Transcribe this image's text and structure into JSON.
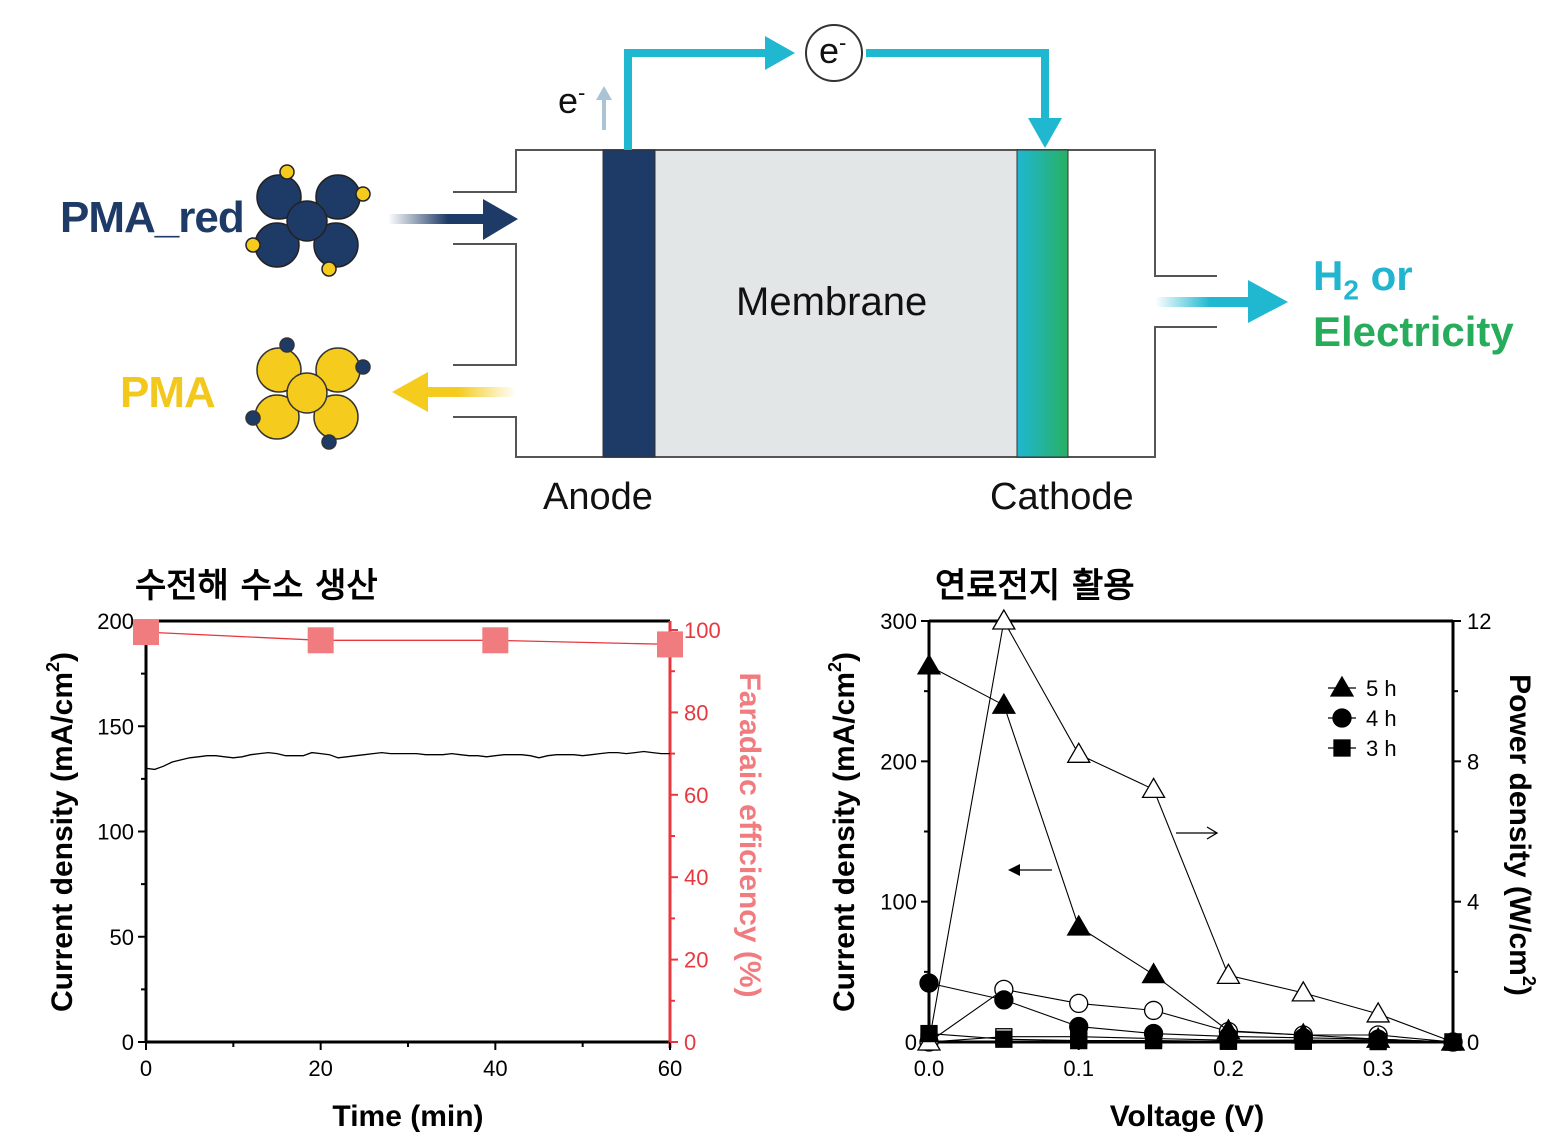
{
  "diagram": {
    "labels": {
      "pma_red": "PMA_red",
      "pma": "PMA",
      "membrane": "Membrane",
      "anode": "Anode",
      "cathode": "Cathode",
      "output_line1_prefix": "H",
      "output_line1_sub": "2",
      "output_line1_suffix": " or",
      "output_line2": "Electricity",
      "electron": "e",
      "electron_sup": "-",
      "electron_circle": "e",
      "electron_circle_sup": "-"
    },
    "colors": {
      "navy": "#1e3a66",
      "yellow": "#f5cc1e",
      "cyan": "#20b8d0",
      "green": "#27b060",
      "membrane": "#e3e6e7",
      "outline": "#555555"
    },
    "icons": [
      "reduced-pma-molecule-icon",
      "pma-molecule-icon",
      "inflow-arrow-icon",
      "outflow-arrow-icon",
      "electron-flow-arrow-icon",
      "output-arrow-icon"
    ]
  },
  "chart_data": [
    {
      "type": "line",
      "title": "수전해 수소 생산",
      "xlabel": "Time (min)",
      "ylabel": "Current density (mA/cm²)",
      "ylabel_base": "Current density (mA/cm",
      "ylabel_sup": "2",
      "ylabel_end": ")",
      "y2label": "Faradaic efficiency (%)",
      "xlim": [
        0,
        60
      ],
      "ylim": [
        0,
        200
      ],
      "y2lim": [
        0,
        100
      ],
      "xticks": [
        "0",
        "20",
        "40",
        "60"
      ],
      "yticks": [
        "0",
        "50",
        "100",
        "150",
        "200"
      ],
      "y2ticks": [
        "0",
        "20",
        "40",
        "60",
        "80",
        "100"
      ],
      "series": [
        {
          "name": "Current density",
          "axis": "left",
          "color": "#000000",
          "x": [
            0,
            1,
            2,
            3,
            4,
            5,
            6,
            7,
            8,
            9,
            10,
            11,
            12,
            13,
            14,
            15,
            16,
            17,
            18,
            19,
            20,
            21,
            22,
            23,
            24,
            25,
            26,
            27,
            28,
            29,
            30,
            31,
            32,
            33,
            34,
            35,
            36,
            37,
            38,
            39,
            40,
            41,
            42,
            43,
            44,
            45,
            46,
            47,
            48,
            49,
            50,
            51,
            52,
            53,
            54,
            55,
            56,
            57,
            58,
            59,
            60
          ],
          "values": [
            130,
            129.5,
            131,
            133,
            134,
            135,
            135.5,
            136,
            136,
            135.5,
            135,
            135.5,
            136.5,
            137,
            137.5,
            137,
            136,
            136,
            136,
            137.5,
            137,
            136.5,
            135,
            135.5,
            136,
            136.5,
            137,
            137.5,
            137,
            137,
            137,
            137,
            136.5,
            136.5,
            136.5,
            137,
            136.5,
            136,
            136,
            135.5,
            136,
            136.5,
            136.5,
            136.5,
            136,
            135,
            136,
            136.5,
            136.5,
            136.5,
            136,
            136.5,
            137,
            137.5,
            137.5,
            137,
            137.5,
            138,
            137.5,
            137,
            137
          ]
        },
        {
          "name": "Faradaic efficiency",
          "axis": "right",
          "color": "#f07c80",
          "marker": "square",
          "x": [
            0,
            20,
            40,
            60
          ],
          "values": [
            99.5,
            97.5,
            97.5,
            96.5
          ]
        }
      ]
    },
    {
      "type": "line",
      "title": "연료전지 활용",
      "xlabel": "Voltage (V)",
      "ylabel": "Current density (mA/cm²)",
      "ylabel_base": "Current density (mA/cm",
      "ylabel_sup": "2",
      "ylabel_end": ")",
      "y2label": "Power density (W/cm²)",
      "y2label_base": "Power density (W/cm",
      "y2label_sup": "2",
      "y2label_end": ")",
      "xlim": [
        0,
        0.35
      ],
      "ylim": [
        0,
        300
      ],
      "y2lim": [
        0,
        12
      ],
      "xticks": [
        "0.0",
        "0.1",
        "0.2",
        "0.3"
      ],
      "yticks": [
        "0",
        "100",
        "200",
        "300"
      ],
      "y2ticks": [
        "0",
        "4",
        "8",
        "12"
      ],
      "legend": {
        "position": "top-right",
        "entries": [
          {
            "label": "5 h",
            "marker": "triangle"
          },
          {
            "label": "4 h",
            "marker": "circle"
          },
          {
            "label": "3 h",
            "marker": "square"
          }
        ]
      },
      "annotations": [
        "arrow pointing left (current density axis)",
        "arrow pointing right (power density axis)"
      ],
      "x": [
        0,
        0.05,
        0.1,
        0.15,
        0.2,
        0.25,
        0.3,
        0.35
      ],
      "series": [
        {
          "name": "5 h current density",
          "axis": "left",
          "marker": "triangle",
          "filled": true,
          "values": [
            268,
            240,
            82,
            48,
            8,
            5,
            2,
            0
          ]
        },
        {
          "name": "4 h current density",
          "axis": "left",
          "marker": "circle",
          "filled": true,
          "values": [
            42,
            30,
            11,
            6,
            4,
            3,
            2,
            0
          ]
        },
        {
          "name": "3 h current density",
          "axis": "left",
          "marker": "square",
          "filled": true,
          "values": [
            6,
            2,
            1,
            1,
            0.5,
            0.5,
            0.3,
            0
          ]
        },
        {
          "name": "5 h power density",
          "axis": "right",
          "marker": "triangle",
          "filled": false,
          "values": [
            0,
            12,
            8.2,
            7.2,
            1.9,
            1.4,
            0.8,
            0
          ]
        },
        {
          "name": "4 h power density",
          "axis": "right",
          "marker": "circle",
          "filled": false,
          "values": [
            0,
            1.5,
            1.1,
            0.9,
            0.3,
            0.2,
            0.2,
            0
          ]
        },
        {
          "name": "3 h power density",
          "axis": "right",
          "marker": "square",
          "filled": false,
          "values": [
            0,
            0.15,
            0.15,
            0.1,
            0.05,
            0.05,
            0.05,
            0
          ]
        }
      ]
    }
  ]
}
